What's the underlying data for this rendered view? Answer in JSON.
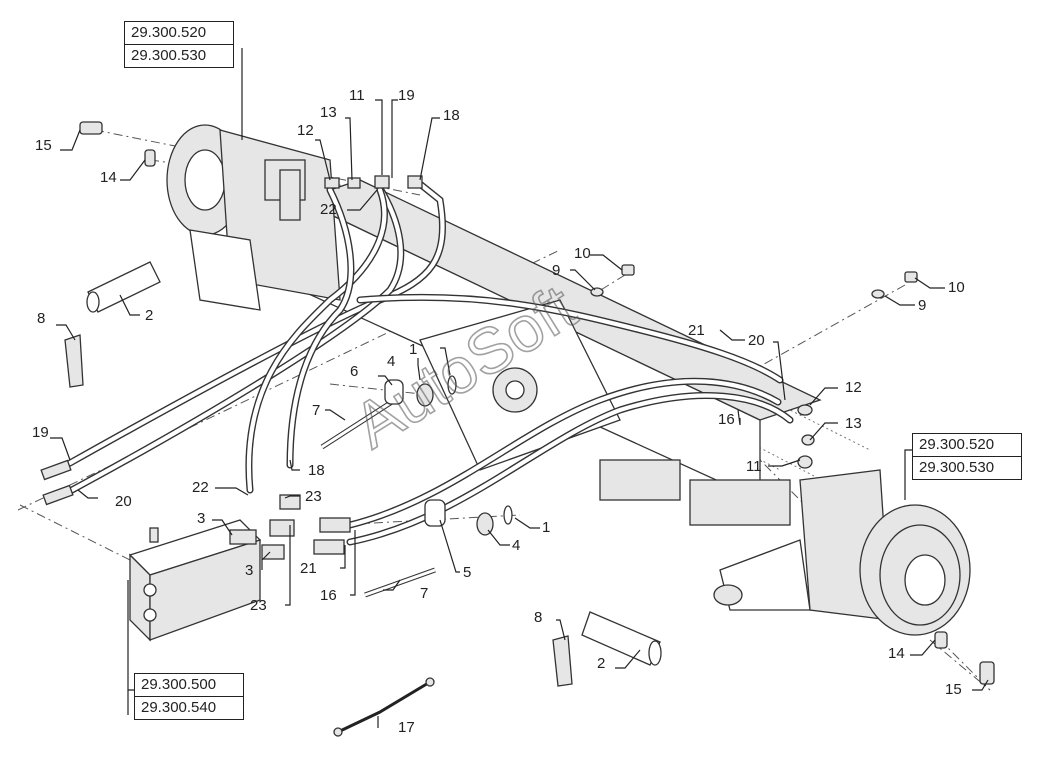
{
  "reference_boxes": {
    "top_left": [
      "29.300.520",
      "29.300.530"
    ],
    "right": [
      "29.300.520",
      "29.300.530"
    ],
    "bottom_left": [
      "29.300.500",
      "29.300.540"
    ]
  },
  "watermark": "AutoSoft",
  "callouts": {
    "c15a": "15",
    "c14a": "14",
    "c12a": "12",
    "c13a": "13",
    "c11a": "11",
    "c19a": "19",
    "c18a": "18",
    "c22a": "22",
    "c10a": "10",
    "c9a": "9",
    "c10b": "10",
    "c9b": "9",
    "c8a": "8",
    "c2a": "2",
    "c4a": "4",
    "c1a": "1",
    "c6": "6",
    "c7a": "7",
    "c21a": "21",
    "c20a": "20",
    "c12b": "12",
    "c16a": "16",
    "c13b": "13",
    "c19b": "19",
    "c18b": "18",
    "c20b": "20",
    "c11b": "11",
    "c22b": "22",
    "c23a": "23",
    "c3a": "3",
    "c1b": "1",
    "c4b": "4",
    "c3b": "3",
    "c21b": "21",
    "c23b": "23",
    "c5": "5",
    "c16b": "16",
    "c7b": "7",
    "c8b": "8",
    "c2b": "2",
    "c14b": "14",
    "c15b": "15",
    "c17": "17"
  }
}
